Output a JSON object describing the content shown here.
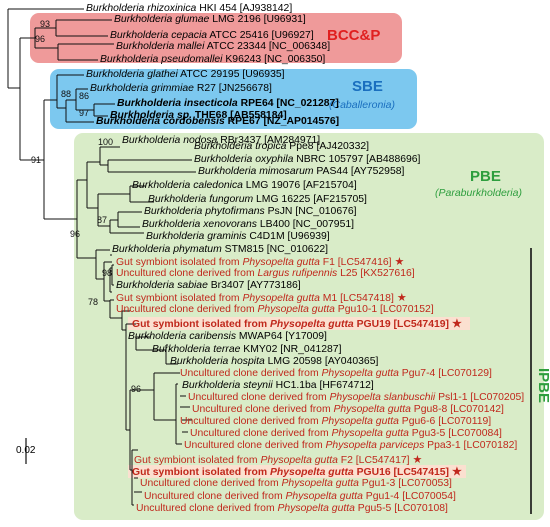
{
  "colors": {
    "bcc_box": "#ef9a9a",
    "sbe_box": "#7cc8ef",
    "pbe_box": "#d9ecc8",
    "highlight": "#fbe0d0",
    "symbiont_red": "#c0281c",
    "bcc_label": "#e02020",
    "sbe_label": "#1a6fbf",
    "pbe_label": "#2e9e3e"
  },
  "clades": {
    "bcc": {
      "label": "BCC&P"
    },
    "sbe": {
      "label": "SBE",
      "sublabel": "(Caballeronia)"
    },
    "pbe": {
      "label": "PBE",
      "sublabel": "(Paraburkholderia)"
    },
    "ipbe": {
      "label": "IPBE"
    }
  },
  "scale_bar": {
    "label": "0.02"
  },
  "bootstrap": {
    "b93": "93",
    "b96a": "96",
    "b88": "88",
    "b86": "86",
    "b97": "97",
    "b91": "91",
    "b100": "100",
    "b87": "87",
    "b96b": "96",
    "b98": "98",
    "b78": "78",
    "b96c": "96"
  },
  "taxa": [
    {
      "genus": "Burkholderia",
      "species": "rhizoxinica",
      "rest": " HKI 454 [AJ938142]"
    },
    {
      "genus": "Burkholderia",
      "species": "glumae",
      "rest": " LMG 2196 [U96931]"
    },
    {
      "genus": "Burkholderia",
      "species": "cepacia",
      "rest": " ATCC 25416 [U96927]"
    },
    {
      "genus": "Burkholderia",
      "species": "mallei",
      "rest": " ATCC 23344 [NC_006348]"
    },
    {
      "genus": "Burkholderia",
      "species": "pseudomallei",
      "rest": " K96243 [NC_006350]"
    },
    {
      "genus": "Burkholderia",
      "species": "glathei",
      "rest": " ATCC 29195 [U96935]"
    },
    {
      "genus": "Burkholderia",
      "species": "grimmiae",
      "rest": " R27 [JN256678]"
    },
    {
      "genus": "Burkholderia",
      "species": "insecticola",
      "rest": " RPE64 [NC_021287]"
    },
    {
      "genus": "Burkholderia",
      "species": "sp.",
      "rest": " THE68 [AB558184]"
    },
    {
      "genus": "Burkholderia",
      "species": "cordobensis",
      "rest": " RPE67 [NZ_AP014576]"
    },
    {
      "genus": "Burkholderia",
      "species": "nodosa",
      "rest": " RBr3437 [AM284971]"
    },
    {
      "genus": "Burkholderia",
      "species": "tropica",
      "rest": " Ppe8 [AJ420332]"
    },
    {
      "genus": "Burkholderia",
      "species": "oxyphila",
      "rest": " NBRC 105797 [AB488696]"
    },
    {
      "genus": "Burkholderia",
      "species": "mimosarum",
      "rest": " PAS44 [AY752958]"
    },
    {
      "genus": "Burkholderia",
      "species": "caledonica",
      "rest": " LMG 19076 [AF215704]"
    },
    {
      "genus": "Burkholderia",
      "species": "fungorum",
      "rest": " LMG 16225 [AF215705]"
    },
    {
      "genus": "Burkholderia",
      "species": "phytofirmans",
      "rest": " PsJN [NC_010676]"
    },
    {
      "genus": "Burkholderia",
      "species": "xenovorans",
      "rest": " LB400 [NC_007951]"
    },
    {
      "genus": "Burkholderia",
      "species": "graminis",
      "rest": " C4D1M [U96939]"
    },
    {
      "genus": "Burkholderia",
      "species": "phymatum",
      "rest": " STM815 [NC_010622]"
    },
    {
      "pre": "Gut symbiont isolated from ",
      "host": "Physopelta gutta",
      "rest": " F1 [LC547416]",
      "star": "★"
    },
    {
      "pre": "Uncultured clone derived from ",
      "host": "Largus rufipennis",
      "rest": " L25 [KX527616]"
    },
    {
      "genus": "Burkholderia",
      "species": "sabiae",
      "rest": " Br3407 [AY773186]"
    },
    {
      "pre": "Gut symbiont isolated from ",
      "host": "Physopelta gutta",
      "rest": " M1 [LC547418]",
      "star": "★"
    },
    {
      "pre": "Uncultured clone derived from ",
      "host": "Physopelta gutta",
      "rest": " Pgu10-1 [LC070152]"
    },
    {
      "pre": "Gut symbiont isolated from ",
      "host": "Physopelta gutta",
      "rest": " PGU19 [LC547419]",
      "star": "★"
    },
    {
      "genus": "Burkholderia",
      "species": "caribensis",
      "rest": " MWAP64 [Y17009]"
    },
    {
      "genus": "Burkholderia",
      "species": "terrae",
      "rest": " KMY02 [NR_041287]"
    },
    {
      "genus": "Burkholderia",
      "species": "hospita",
      "rest": " LMG 20598 [AY040365]"
    },
    {
      "pre": "Uncultured clone derived from ",
      "host": "Physopelta gutta",
      "rest": " Pgu7-4 [LC070129]"
    },
    {
      "genus": "Burkholderia",
      "species": "steynii",
      "rest": " HC1.1ba [HF674712]"
    },
    {
      "pre": "Uncultured clone derived from ",
      "host": "Physopelta slanbuschii",
      "rest": " Psl1-1 [LC070205]"
    },
    {
      "pre": "Uncultured clone derived from ",
      "host": "Physopelta gutta",
      "rest": " Pgu8-8 [LC070142]"
    },
    {
      "pre": "Uncultured clone derived from ",
      "host": "Physopelta gutta",
      "rest": " Pgu6-6 [LC070119]"
    },
    {
      "pre": "Uncultured clone derived from ",
      "host": "Physopelta gutta",
      "rest": " Pgu3-5 [LC070084]"
    },
    {
      "pre": "Uncultured clone derived from ",
      "host": "Physopelta parviceps",
      "rest": " Ppa3-1 [LC070182]"
    },
    {
      "pre": "Gut symbiont isolated from ",
      "host": "Physopelta gutta",
      "rest": " F2 [LC547417]",
      "star": "★"
    },
    {
      "pre": "Gut symbiont isolated from ",
      "host": "Physopelta gutta",
      "rest": " PGU16 [LC547415]",
      "star": "★"
    },
    {
      "pre": "Uncultured clone derived from ",
      "host": "Physopelta gutta",
      "rest": " Pgu1-3 [LC070053]"
    },
    {
      "pre": "Uncultured clone derived from ",
      "host": "Physopelta gutta",
      "rest": " Pgu1-4 [LC070054]"
    },
    {
      "pre": "Uncultured clone derived from ",
      "host": "Physopelta gutta",
      "rest": " Pgu5-5 [LC070108]"
    }
  ]
}
